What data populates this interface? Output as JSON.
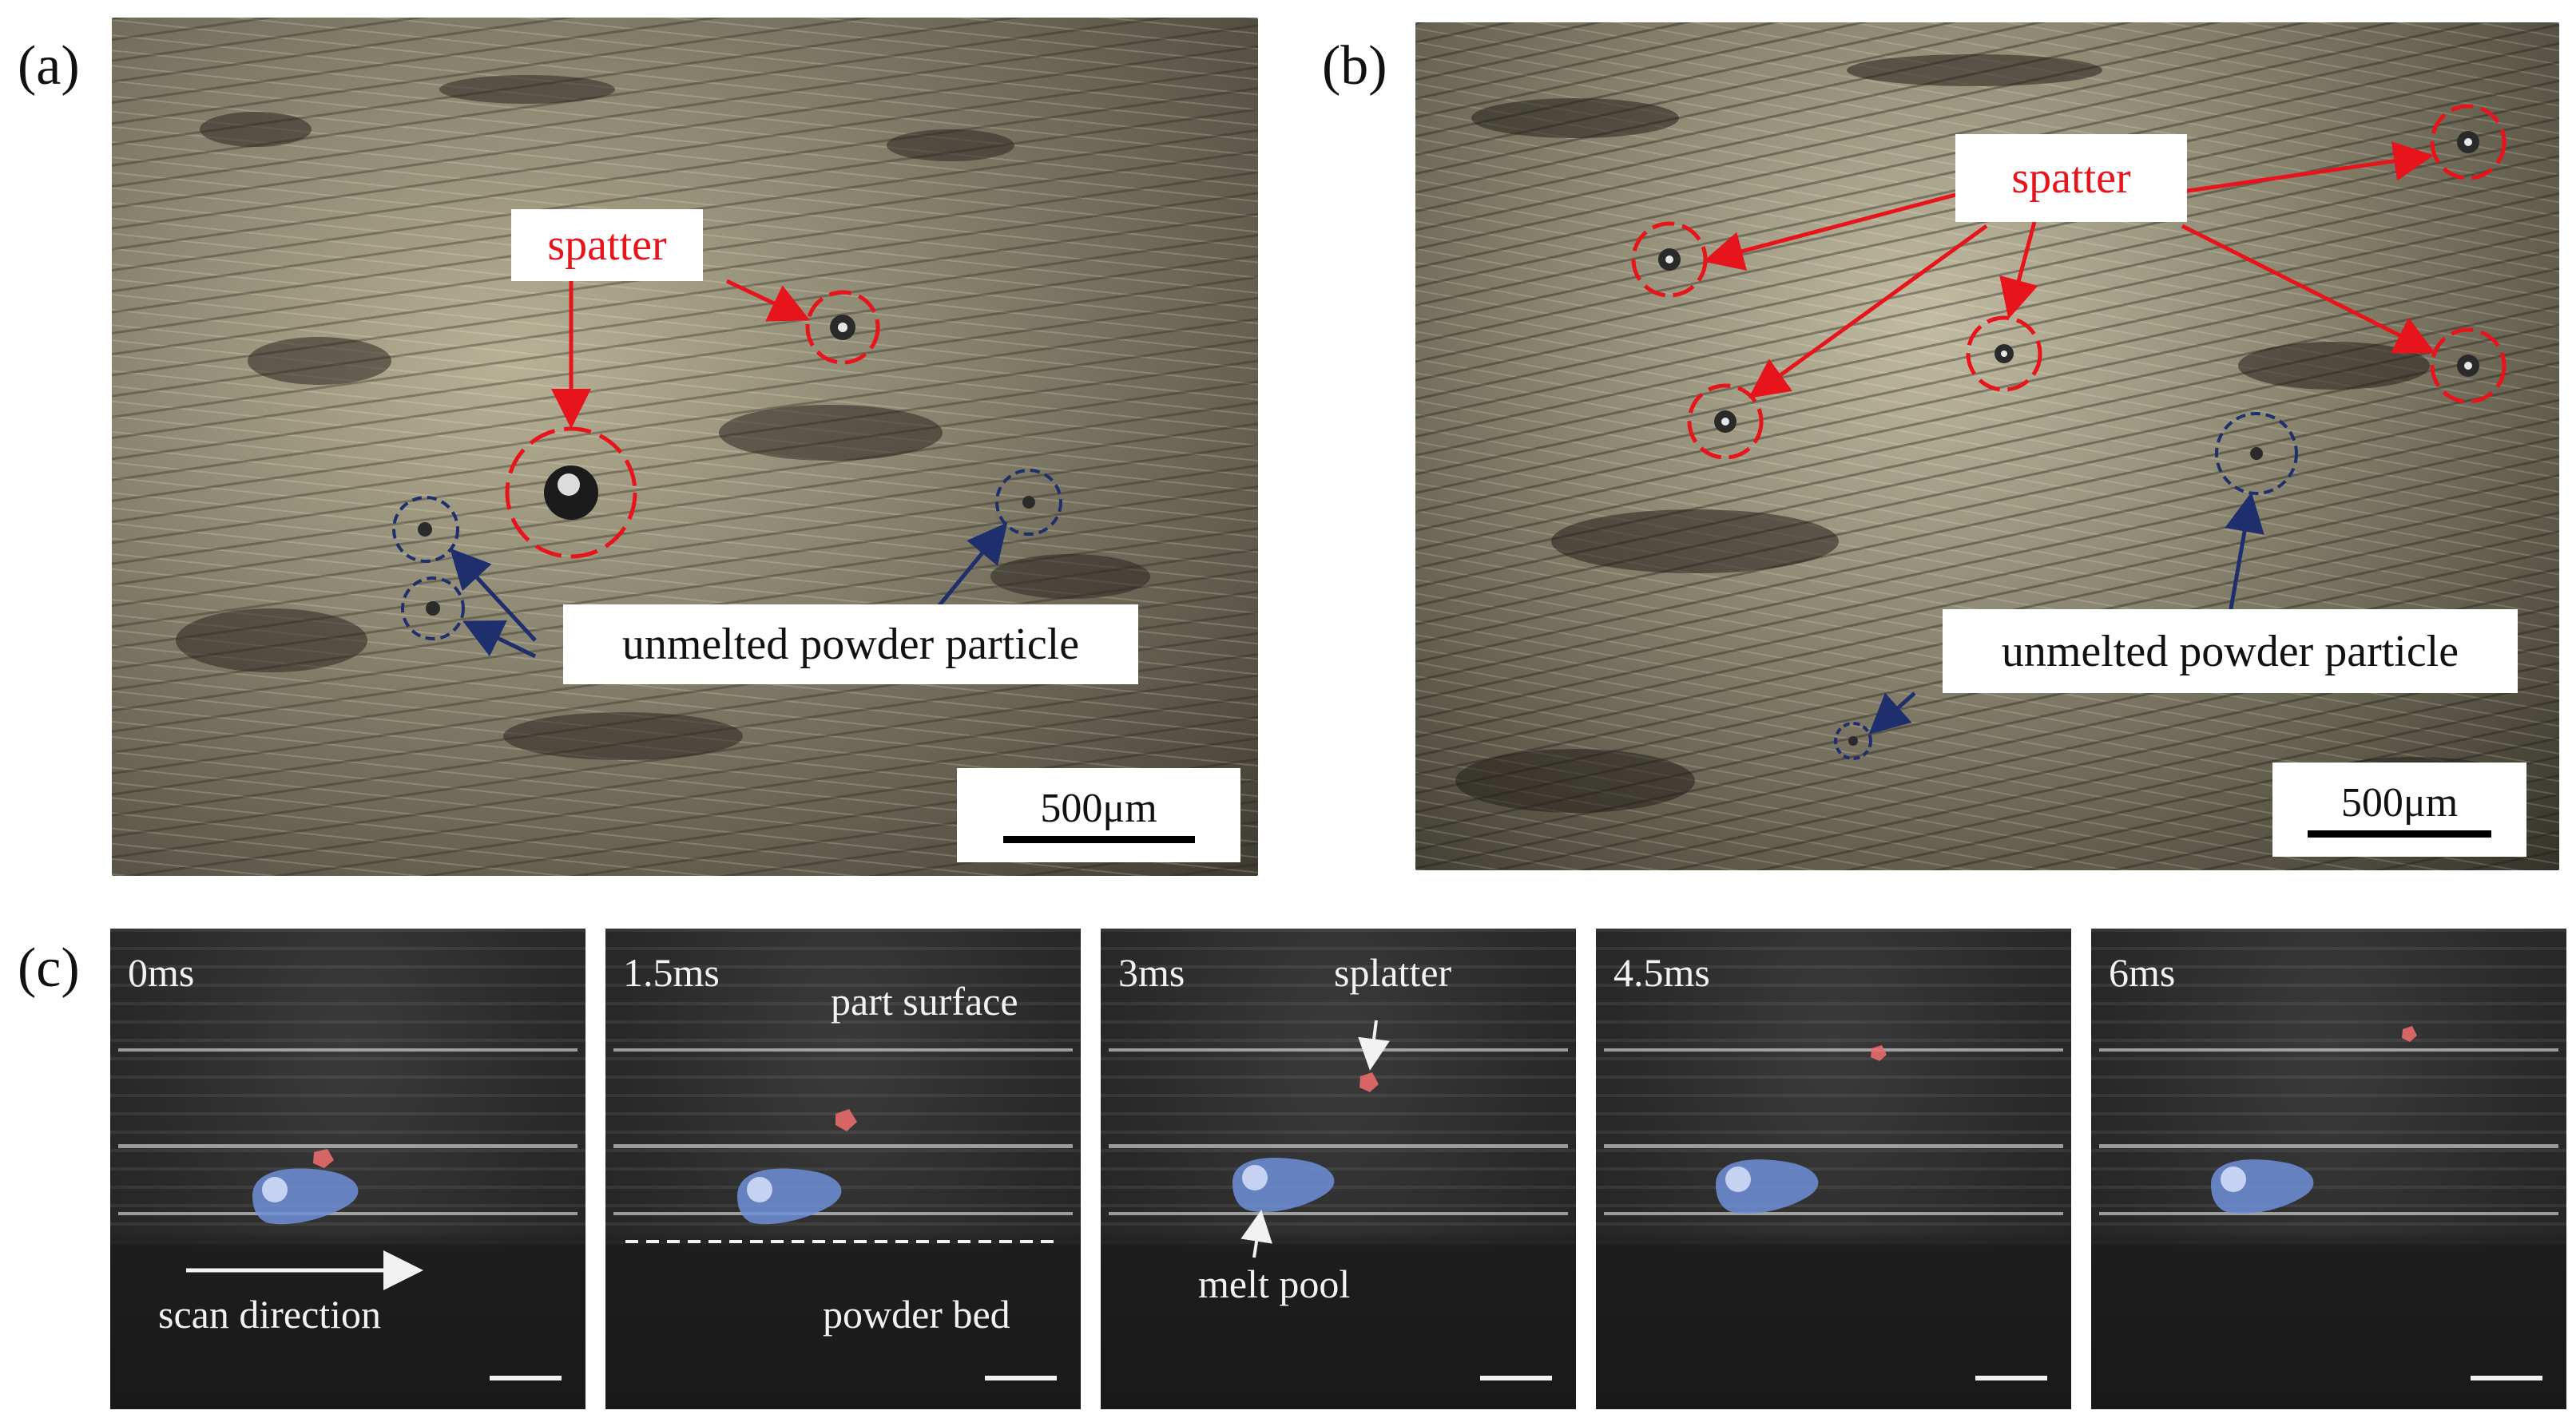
{
  "panels": {
    "a": {
      "label": "(a)",
      "spatter_label": "spatter",
      "powder_label": "unmelted powder particle",
      "scale": "500μm"
    },
    "b": {
      "label": "(b)",
      "spatter_label": "spatter",
      "powder_label": "unmelted powder particle",
      "scale": "500μm"
    },
    "c": {
      "label": "(c)",
      "frames": [
        {
          "time": "0ms",
          "annotations": [
            "scan direction"
          ]
        },
        {
          "time": "1.5ms",
          "annotations": [
            "part surface",
            "powder bed"
          ]
        },
        {
          "time": "3ms",
          "annotations": [
            "splatter",
            "melt pool"
          ]
        },
        {
          "time": "4.5ms",
          "annotations": []
        },
        {
          "time": "6ms",
          "annotations": []
        }
      ]
    }
  },
  "colors": {
    "spatter": "#e8141c",
    "powder": "#1f2f6e",
    "melt_pool": "#6f8fd8",
    "splatter_particle": "#e86a6a"
  }
}
